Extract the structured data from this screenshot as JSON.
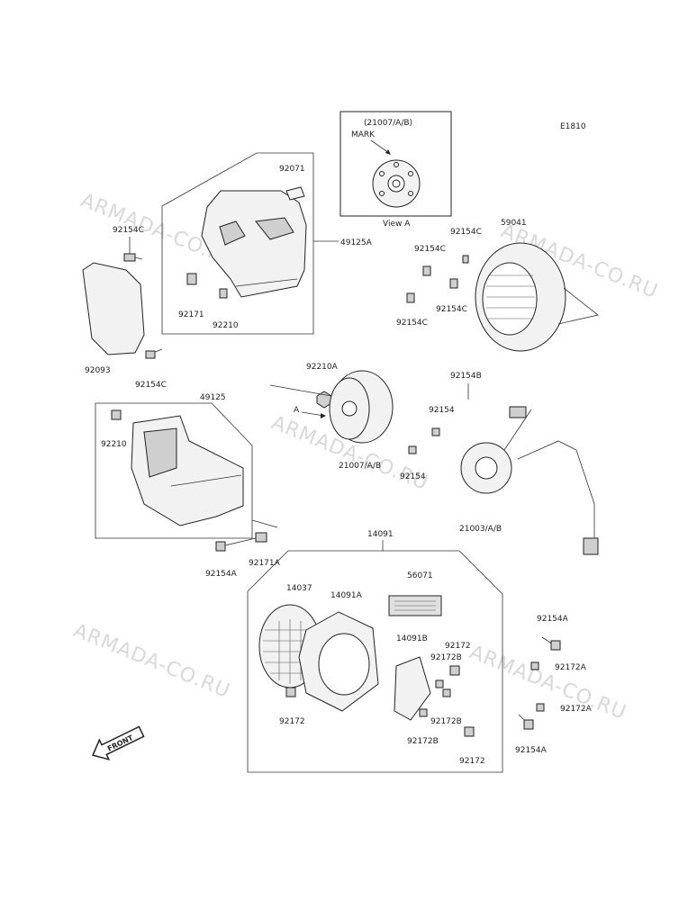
{
  "diagram_id": "E1810",
  "watermark": "ARMADA-CO.RU",
  "view": {
    "header": "(21007/A/B)",
    "mark_label": "MARK",
    "caption": "View A",
    "arrow_letter": "A"
  },
  "front_label": "FRONT",
  "labels": {
    "p92071": "92071",
    "p49125A": "49125A",
    "p92154C_tl": "92154C",
    "p92093": "92093",
    "p92154C_bl": "92154C",
    "p92171": "92171",
    "p92210_top": "92210",
    "p59041": "59041",
    "p92154C_r1": "92154C",
    "p92154C_r2": "92154C",
    "p92154C_r3": "92154C",
    "p92154C_r4": "92154C",
    "p92210A": "92210A",
    "p92154B": "92154B",
    "p92154_a": "92154",
    "p92154_b": "92154",
    "p21007": "21007/A/B",
    "p21003": "21003/A/B",
    "p49125": "49125",
    "p92210_mid": "92210",
    "p92154A_l": "92154A",
    "p92171A": "92171A",
    "p14091": "14091",
    "p14037": "14037",
    "p14091A": "14091A",
    "p56071": "56071",
    "p14091B": "14091B",
    "p92172_a": "92172",
    "p92172B_a": "92172B",
    "p92172B_b": "92172B",
    "p92172B_c": "92172B",
    "p92172_b": "92172",
    "p92172_c": "92172",
    "p92154A_r1": "92154A",
    "p92172A_1": "92172A",
    "p92172A_2": "92172A",
    "p92154A_r2": "92154A"
  }
}
